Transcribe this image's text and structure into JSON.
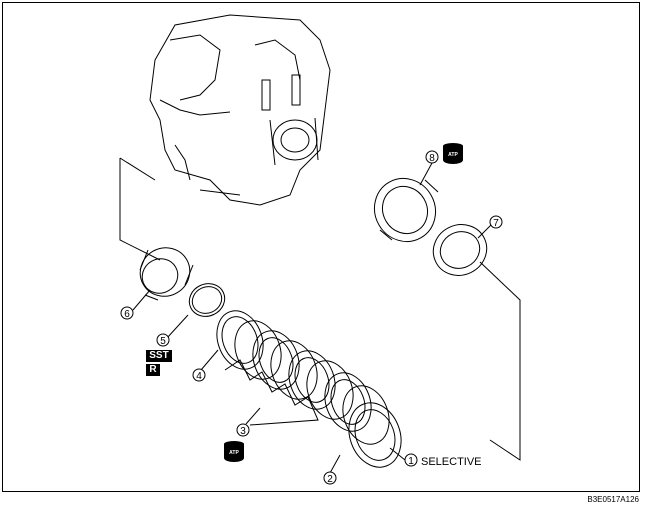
{
  "figure_code": "B3E0517A126",
  "callouts": [
    {
      "num": "1",
      "text": "SELECTIVE"
    },
    {
      "num": "2",
      "text": ""
    },
    {
      "num": "3",
      "text": ""
    },
    {
      "num": "4",
      "text": ""
    },
    {
      "num": "5",
      "text": ""
    },
    {
      "num": "6",
      "text": ""
    },
    {
      "num": "7",
      "text": ""
    },
    {
      "num": "8",
      "text": ""
    }
  ],
  "tags": {
    "sst": "SST",
    "r": "R"
  },
  "atp_label": "ATP",
  "icons": [
    "atp-oil-can-icon",
    "transmission-case-illustration"
  ]
}
